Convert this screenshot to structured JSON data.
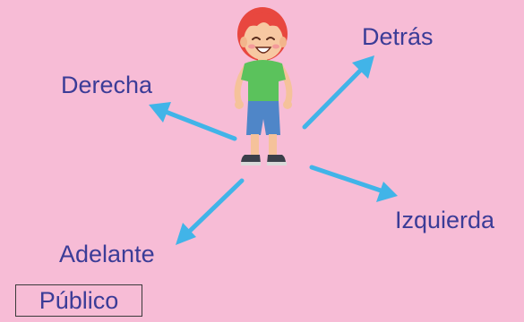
{
  "colors": {
    "background": "#f7bcd6",
    "text": "#3b3c97",
    "arrow": "#41b4e8",
    "box_border": "#3a3a3a"
  },
  "directions": {
    "behind": "Detrás",
    "right": "Derecha",
    "left": "Izquierda",
    "front": "Adelante"
  },
  "audience_label": "Público",
  "icons": {
    "character": "smiling-boy-icon",
    "arrows": "direction-arrow-icon"
  }
}
